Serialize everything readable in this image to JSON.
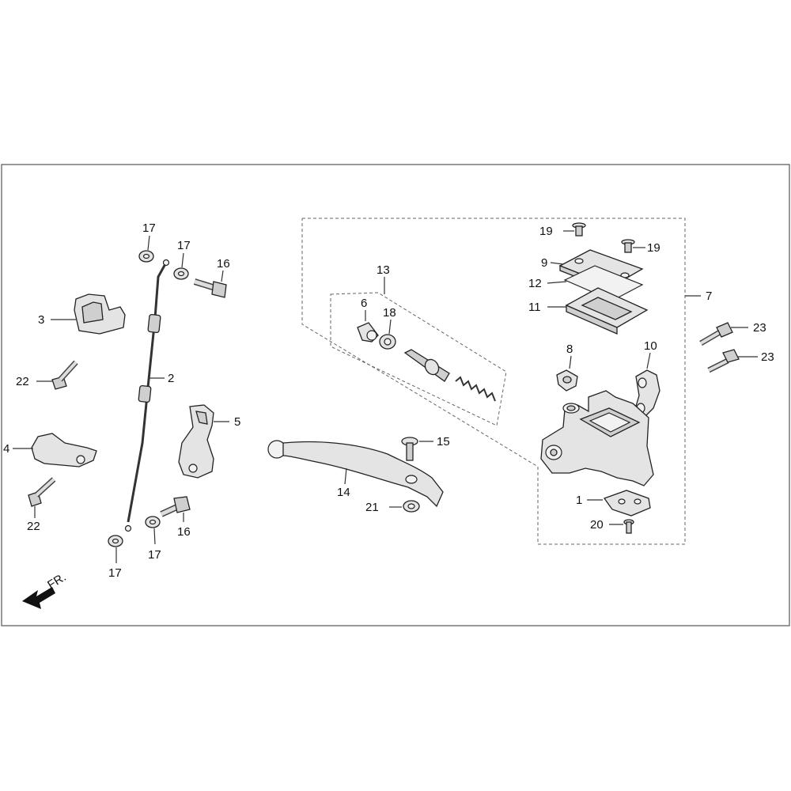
{
  "labels": {
    "p1": "1",
    "p2": "2",
    "p3": "3",
    "p4": "4",
    "p5": "5",
    "p6": "6",
    "p7": "7",
    "p8": "8",
    "p9": "9",
    "p10": "10",
    "p11": "11",
    "p12": "12",
    "p13": "13",
    "p14": "14",
    "p15": "15",
    "p16": "16",
    "p17": "17",
    "p18": "18",
    "p19": "19",
    "p20": "20",
    "p21": "21",
    "p22": "22",
    "p23": "23"
  },
  "front_indicator": "FR.",
  "colors": {
    "line": "#333333",
    "part_fill": "#e4e4e4",
    "frame": "#666666"
  }
}
